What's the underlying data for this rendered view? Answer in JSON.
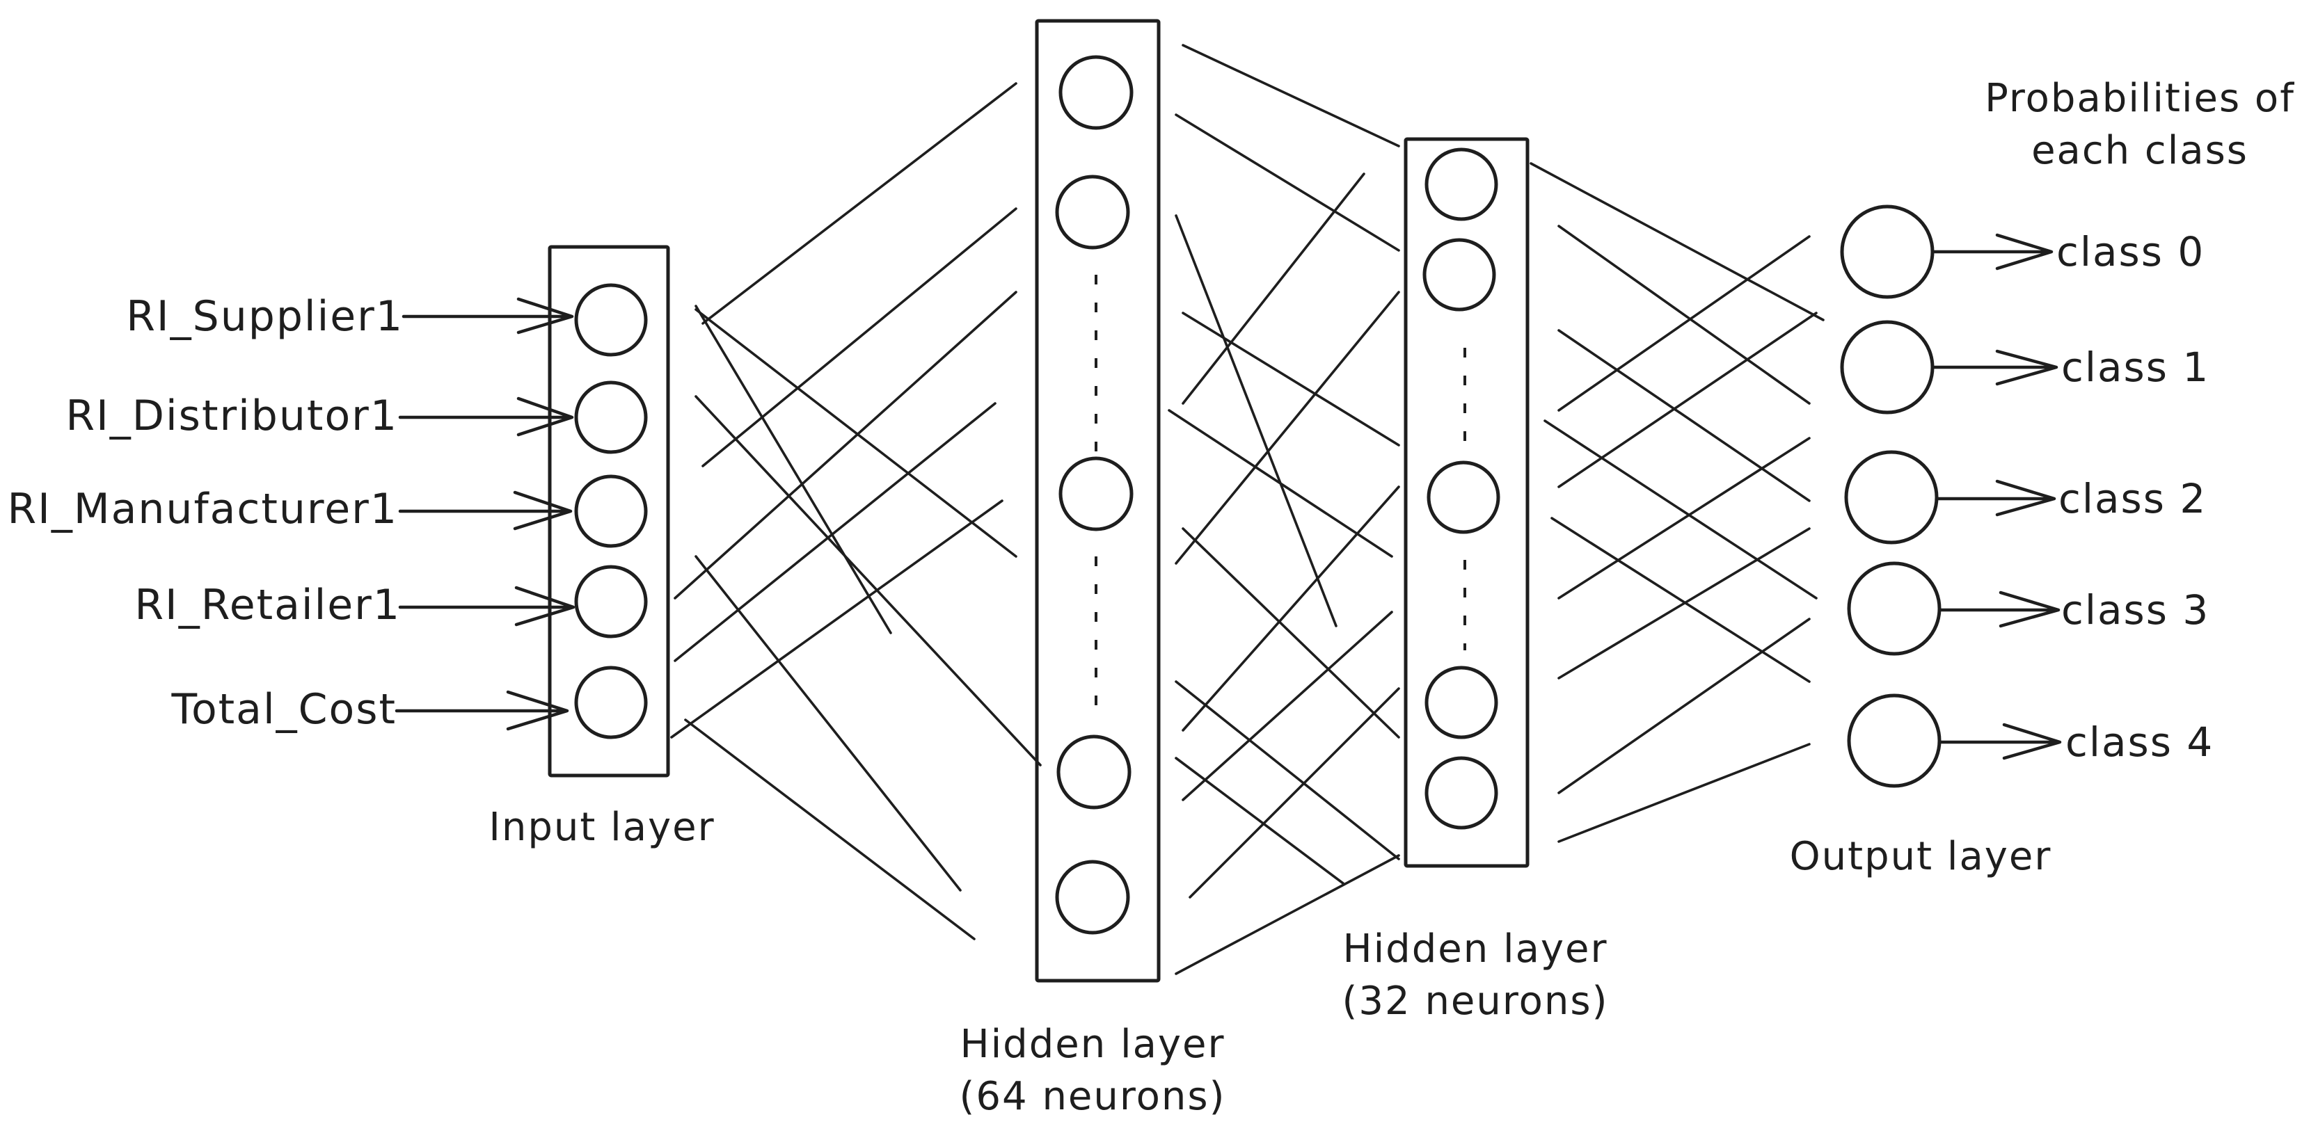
{
  "inputs": {
    "features": [
      "RI_Supplier1",
      "RI_Distributor1",
      "RI_Manufacturer1",
      "RI_Retailer1",
      "Total_Cost"
    ],
    "layer_label": "Input layer"
  },
  "hidden1": {
    "label_line1": "Hidden layer",
    "label_line2": "(64 neurons)"
  },
  "hidden2": {
    "label_line1": "Hidden layer",
    "label_line2": "(32 neurons)"
  },
  "output": {
    "title_line1": "Probabilities of",
    "title_line2": "each class",
    "classes": [
      "class 0",
      "class 1",
      "class 2",
      "class 3",
      "class 4"
    ],
    "layer_label": "Output layer"
  }
}
